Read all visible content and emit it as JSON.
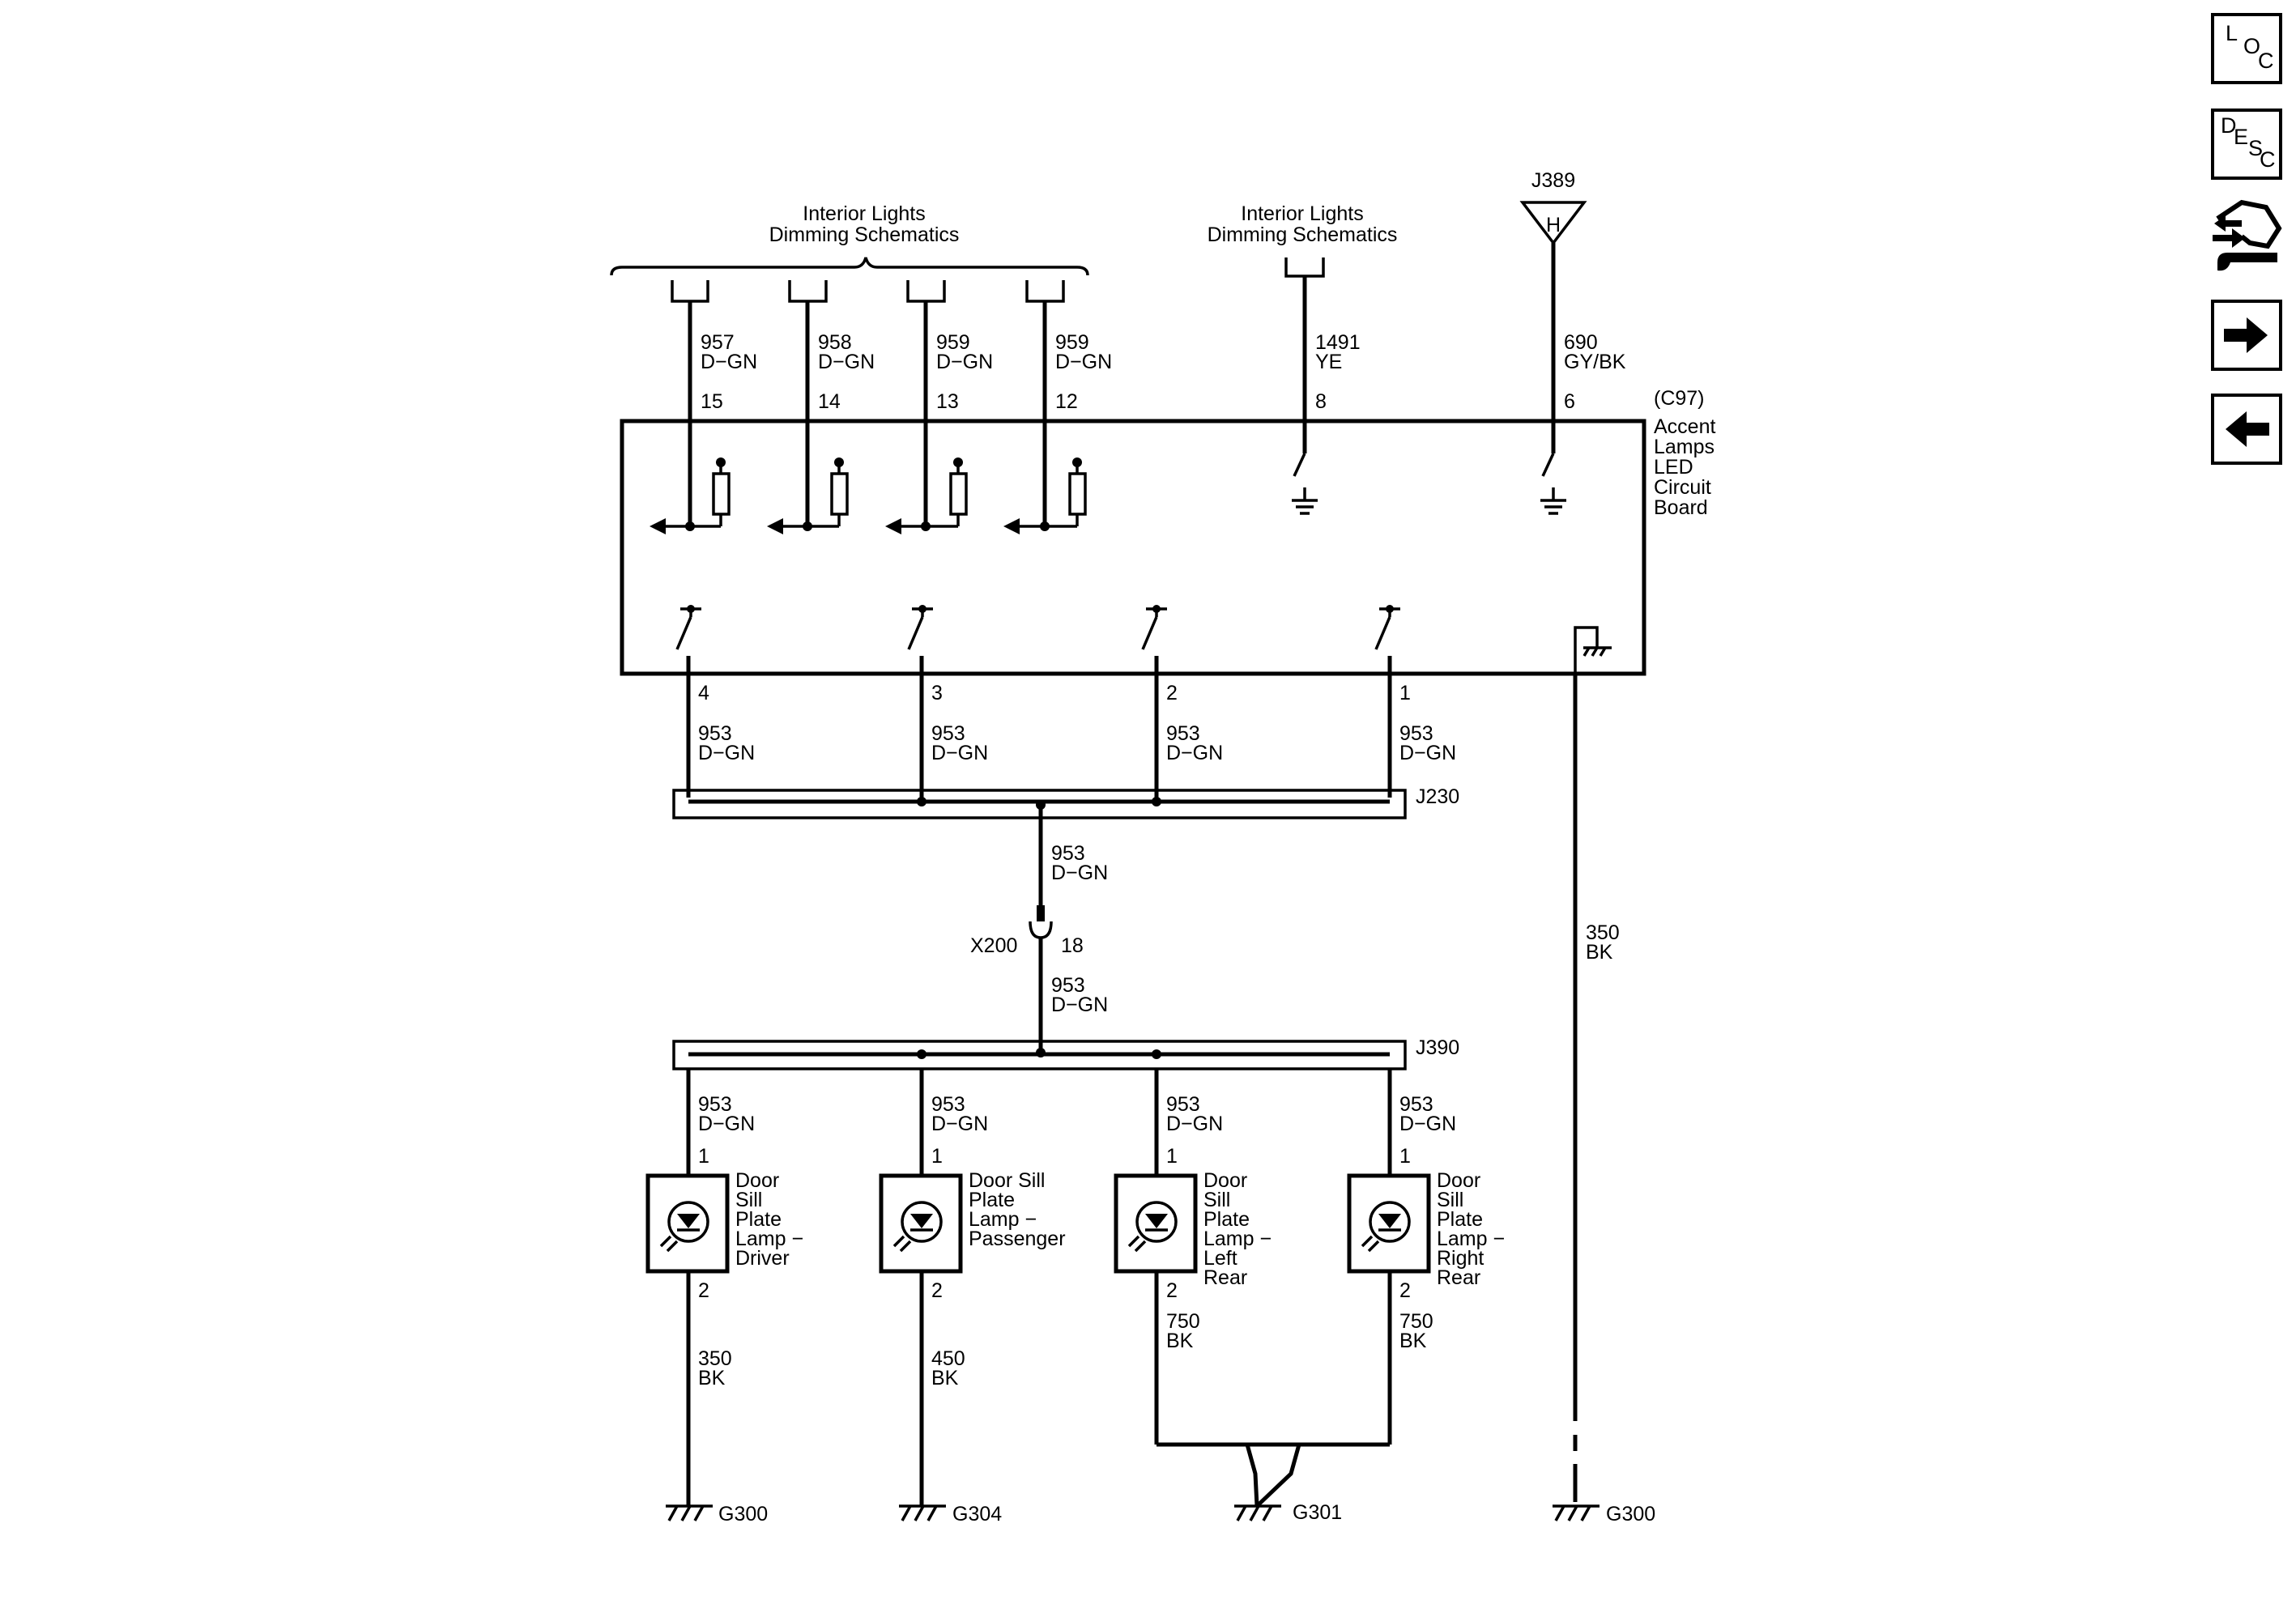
{
  "dimming_group_label": [
    "Interior Lights",
    "Dimming Schematics"
  ],
  "dimming_single_label": [
    "Interior Lights",
    "Dimming Schematics"
  ],
  "j389": "J389",
  "j389_symbol": "H",
  "top_wires": [
    {
      "circuit": "957",
      "color": "D−GN",
      "pin": "15"
    },
    {
      "circuit": "958",
      "color": "D−GN",
      "pin": "14"
    },
    {
      "circuit": "959",
      "color": "D−GN",
      "pin": "13"
    },
    {
      "circuit": "959",
      "color": "D−GN",
      "pin": "12"
    },
    {
      "circuit": "1491",
      "color": "YE",
      "pin": "8"
    },
    {
      "circuit": "690",
      "color": "GY/BK",
      "pin": "6"
    }
  ],
  "module": {
    "connector": "(C97)",
    "name_lines": [
      "Accent",
      "Lamps",
      "LED",
      "Circuit",
      "Board"
    ]
  },
  "bottom_pins": [
    "4",
    "3",
    "2",
    "1"
  ],
  "output_wire": {
    "circuit": "953",
    "color": "D−GN"
  },
  "splice_top": "J230",
  "splice_bottom": "J390",
  "trunk_wire": {
    "circuit": "953",
    "color": "D−GN"
  },
  "inline_connector": {
    "name": "X200",
    "pin": "18"
  },
  "trunk_wire_2": {
    "circuit": "953",
    "color": "D−GN"
  },
  "ground_wire": {
    "circuit": "350",
    "color": "BK"
  },
  "lamps": [
    {
      "in_circuit": "953",
      "in_color": "D−GN",
      "pin_in": "1",
      "pin_out": "2",
      "name_lines": [
        "Door",
        "Sill",
        "Plate",
        "Lamp −",
        "Driver"
      ],
      "out_circuit": "350",
      "out_color": "BK"
    },
    {
      "in_circuit": "953",
      "in_color": "D−GN",
      "pin_in": "1",
      "pin_out": "2",
      "name_lines": [
        "Door Sill",
        "Plate",
        "Lamp −",
        "Passenger"
      ],
      "out_circuit": "450",
      "out_color": "BK"
    },
    {
      "in_circuit": "953",
      "in_color": "D−GN",
      "pin_in": "1",
      "pin_out": "2",
      "name_lines": [
        "Door",
        "Sill",
        "Plate",
        "Lamp −",
        "Left",
        "Rear"
      ],
      "out_circuit": "750",
      "out_color": "BK"
    },
    {
      "in_circuit": "953",
      "in_color": "D−GN",
      "pin_in": "1",
      "pin_out": "2",
      "name_lines": [
        "Door",
        "Sill",
        "Plate",
        "Lamp −",
        "Right",
        "Rear"
      ],
      "out_circuit": "750",
      "out_color": "BK"
    }
  ],
  "grounds": [
    "G300",
    "G304",
    "G301",
    "G300"
  ],
  "nav": {
    "loc": [
      "L",
      "O",
      "C"
    ],
    "desc": [
      "D",
      "E",
      "S",
      "C"
    ],
    "connector_icon": "connector-wrench-icon",
    "next_icon": "arrow-right-icon",
    "prev_icon": "arrow-left-icon"
  }
}
